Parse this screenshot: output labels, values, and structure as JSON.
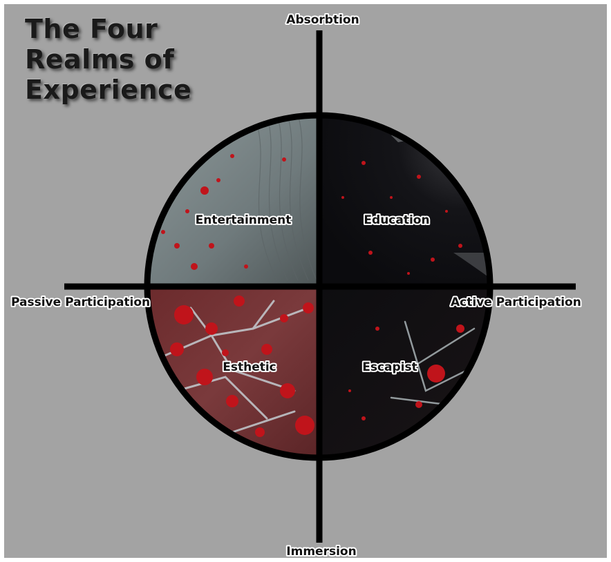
{
  "title": {
    "line1": "The Four",
    "line2": "Realms of",
    "line3": "Experience"
  },
  "axes": {
    "top": "Absorbtion",
    "bottom": "Immersion",
    "left": "Passive Participation",
    "right": "Active Participation"
  },
  "quadrants": {
    "top_left": "Entertainment",
    "top_right": "Education",
    "bottom_left": "Esthetic",
    "bottom_right": "Escapist"
  },
  "colors": {
    "background": "#a3a3a3",
    "frame": "#ffffff",
    "axis": "#000000",
    "splatter": "#c0141b",
    "left_half_texture": "#7f8a8c",
    "right_half_texture": "#0f0f14"
  }
}
